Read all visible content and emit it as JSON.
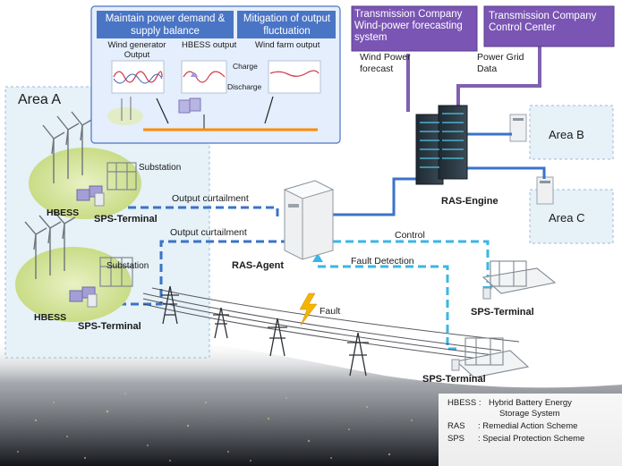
{
  "inset": {
    "header_left": "Maintain power demand & supply balance",
    "header_right": "Mitigation of output fluctuation",
    "wind_generator_output": "Wind generator Output",
    "hbess_output": "HBESS output",
    "wind_farm_output": "Wind farm output",
    "charge": "Charge",
    "discharge": "Discharge"
  },
  "top_boxes": {
    "wind_company": "Transmission Company Wind-power forecasting system",
    "control_center": "Transmission Company Control Center",
    "wind_forecast": "Wind Power forecast",
    "grid_data": "Power Grid Data"
  },
  "area_a": {
    "title": "Area A",
    "substation_1": "Substation",
    "substation_2": "Substation",
    "hbess_1": "HBESS",
    "hbess_2": "HBESS",
    "sps_terminal_1": "SPS-Terminal",
    "sps_terminal_2": "SPS-Terminal"
  },
  "flows": {
    "output_curtailment_1": "Output curtailment",
    "output_curtailment_2": "Output curtailment",
    "control": "Control",
    "fault_detection": "Fault Detection",
    "fault": "Fault"
  },
  "nodes": {
    "ras_engine": "RAS-Engine",
    "ras_agent": "RAS-Agent",
    "area_b": "Area B",
    "area_c": "Area C",
    "sps_terminal_right": "SPS-Terminal",
    "sps_terminal_bottom": "SPS-Terminal"
  },
  "legend": {
    "hbess_abbr": "HBESS :",
    "hbess_def": "Hybrid Battery Energy",
    "hbess_def2": "Storage System",
    "ras_abbr": "RAS",
    "ras_def": ": Remedial Action Scheme",
    "sps_abbr": "SPS",
    "sps_def": ": Special Protection Scheme"
  },
  "colors": {
    "dashed_link": "#3a73c8",
    "cyan_link": "#3ab6e6",
    "purple_link": "#8060b0",
    "header_fill": "#4a75c5",
    "area_fill": "#e6f1f8"
  }
}
